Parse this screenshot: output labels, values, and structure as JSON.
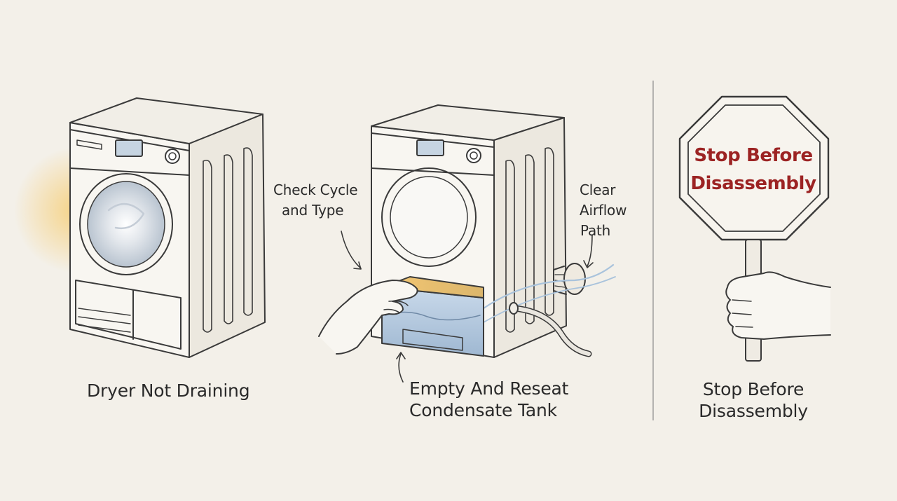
{
  "panels": [
    {
      "caption": "Dryer Not Draining"
    },
    {
      "caption_line1": "Empty And Reseat",
      "caption_line2": "Condensate Tank",
      "callouts": {
        "left_line1": "Check Cycle",
        "left_line2": "and Type",
        "right_line1": "Clear",
        "right_line2": "Airflow",
        "right_line3": "Path"
      }
    },
    {
      "sign_line1": "Stop Before",
      "sign_line2": "Disassembly",
      "caption_line1": "Stop Before",
      "caption_line2": "Disassembly"
    }
  ],
  "colors": {
    "background": "#f3f0e9",
    "line": "#3a3a3a",
    "sign_text": "#9c2323",
    "water": "#a9c3dc",
    "glow": "#f4c56a"
  }
}
